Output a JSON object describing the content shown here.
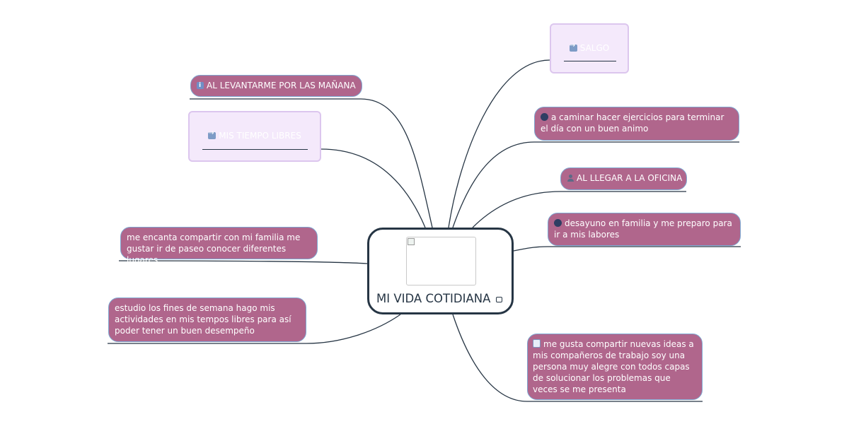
{
  "central": {
    "title": "MI VIDA COTIDIANA",
    "icon": "image-icon"
  },
  "left": {
    "al_levantarme": "AL LEVANTARME POR LAS MAÑANA",
    "mis_tiempo_libres": "MIS  TIEMPO LIBRES",
    "familia": "me encanta compartir con mi familia me gustar ir de paseo conocer diferentes lugares",
    "estudio": "estudio los fines de semana  hago mis actividades en mis tempos libres para así poder tener un buen desempeño"
  },
  "right": {
    "salgo": "SALGO",
    "caminar": "a caminar  hacer ejercicios para terminar el día con un buen animo",
    "oficina": "AL LLEGAR A LA OFICINA",
    "desayuno": "desayuno  en familia y me preparo para ir  a mis labores",
    "ideas": "me gusta compartir nuevas ideas a mis compañeros de trabajo soy una persona muy alegre con todos capas de solucionar los problemas  que veces se me presenta"
  },
  "colors": {
    "topic_fill": "#b0668c",
    "topic_border": "#7ea7d1",
    "central_border": "#263544",
    "ghost_fill": "#f4e9fb",
    "line": "#263544"
  }
}
